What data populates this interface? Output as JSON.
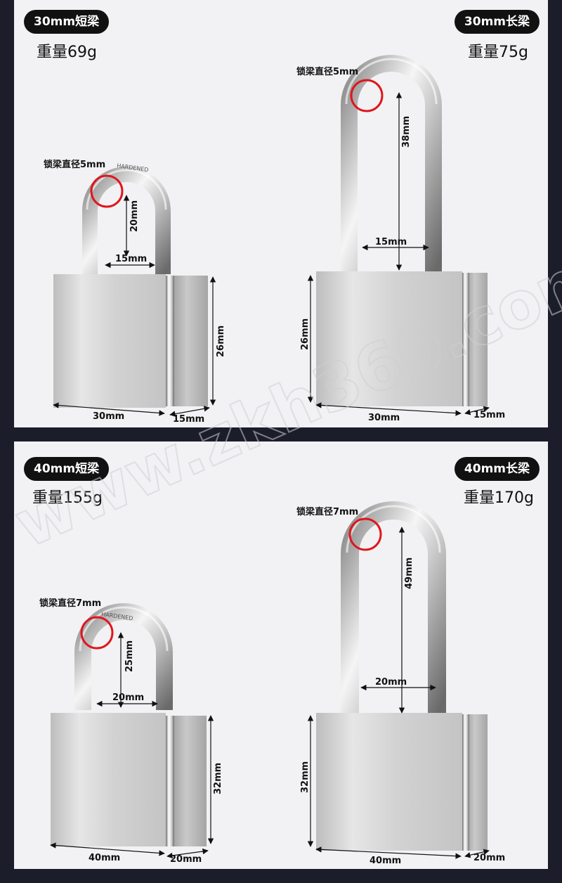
{
  "panels": [
    {
      "short": {
        "tag": "30mm短梁",
        "weight": "重量69g",
        "shackle_diameter": "锁梁直径5mm",
        "shackle_height": "20mm",
        "shackle_width": "15mm",
        "body_height": "26mm",
        "body_width": "30mm",
        "body_depth": "15mm"
      },
      "long": {
        "tag": "30mm长梁",
        "weight": "重量75g",
        "shackle_diameter": "锁梁直径5mm",
        "shackle_height": "38mm",
        "shackle_width": "15mm",
        "body_height": "26mm",
        "body_width": "30mm",
        "body_depth": "15mm"
      }
    },
    {
      "short": {
        "tag": "40mm短梁",
        "weight": "重量155g",
        "shackle_diameter": "锁梁直径7mm",
        "shackle_height": "25mm",
        "shackle_width": "20mm",
        "body_height": "32mm",
        "body_width": "40mm",
        "body_depth": "20mm"
      },
      "long": {
        "tag": "40mm长梁",
        "weight": "重量170g",
        "shackle_diameter": "锁梁直径7mm",
        "shackle_height": "49mm",
        "shackle_width": "20mm",
        "body_height": "32mm",
        "body_width": "40mm",
        "body_depth": "20mm"
      }
    }
  ],
  "engraving": "HARDENED",
  "watermark": "www.zkh360.com",
  "colors": {
    "background": "#1b1d2a",
    "panel": "#f2f2f4",
    "highlight_ring": "#e0161c"
  }
}
